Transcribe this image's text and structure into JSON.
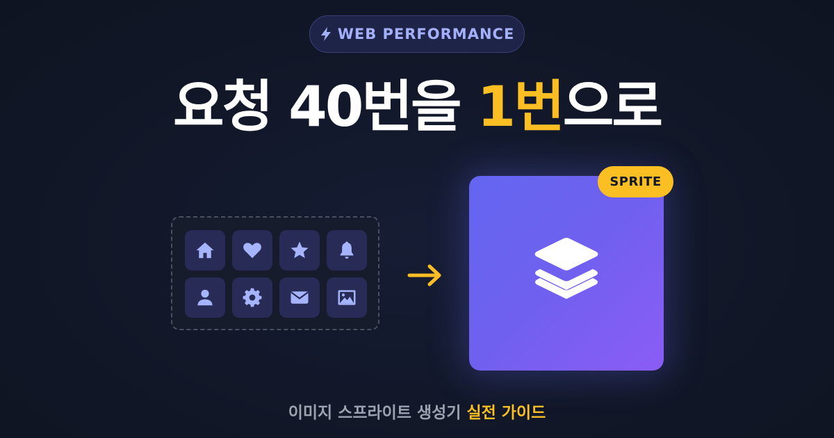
{
  "badge": {
    "icon": "bolt-icon",
    "label": "WEB PERFORMANCE"
  },
  "headline": {
    "part1": "요청 40번을 ",
    "accent": "1번",
    "part2": "으로"
  },
  "icon_grid": {
    "tiles": [
      {
        "icon": "home-icon"
      },
      {
        "icon": "heart-icon"
      },
      {
        "icon": "star-icon"
      },
      {
        "icon": "bell-icon"
      },
      {
        "icon": "user-icon"
      },
      {
        "icon": "gear-icon"
      },
      {
        "icon": "mail-icon"
      },
      {
        "icon": "image-icon"
      }
    ]
  },
  "arrow": {
    "icon": "arrow-right-icon"
  },
  "sprite_card": {
    "icon": "layers-icon",
    "tag": "SPRITE"
  },
  "footer": {
    "text": "이미지 스프라이트 생성기 ",
    "accent": "실전 가이드"
  },
  "colors": {
    "background": "#111827",
    "accent_yellow": "#fbbf24",
    "badge_text": "#a5b0fb",
    "tile_bg": "#272b55",
    "icon_fill": "#a5b4fc",
    "card_gradient_start": "#6366f1",
    "card_gradient_end": "#8b5cf6",
    "footer_text": "#9ca3af"
  }
}
